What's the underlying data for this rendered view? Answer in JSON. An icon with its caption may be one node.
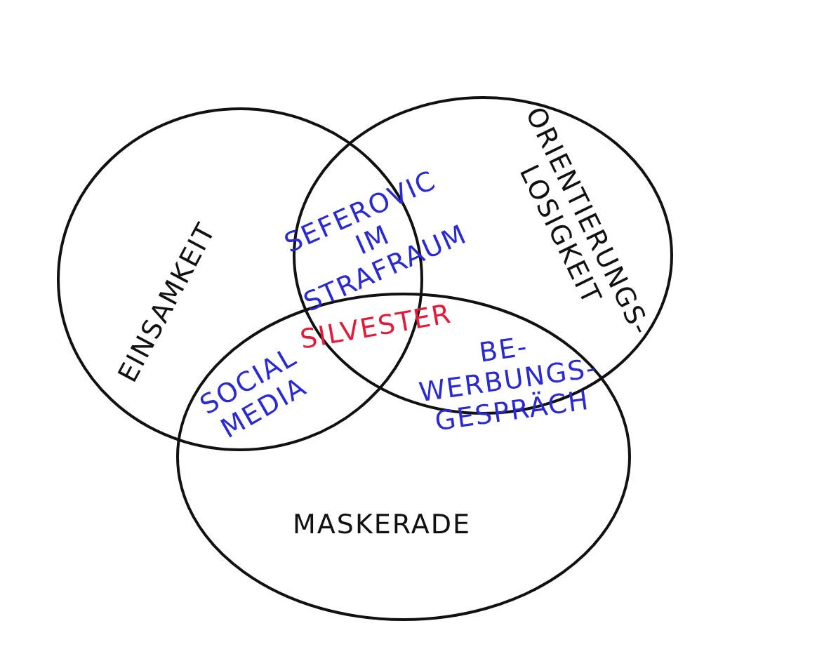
{
  "diagram": {
    "nodes": [
      {
        "text": [
          "EINSAMKEIT"
        ]
      },
      {
        "text": [
          "ORIENTIERUNGS- LOSIGKEIT"
        ]
      },
      {
        "text": [
          "MASKERADE"
        ]
      }
    ],
    "labels": [
      "SEFEROVIC IM STRAFRAUM",
      "SILVESTER",
      "SOCIAL MEDIA",
      "BE- WERBUNGS- GESPRÄCH"
    ]
  }
}
